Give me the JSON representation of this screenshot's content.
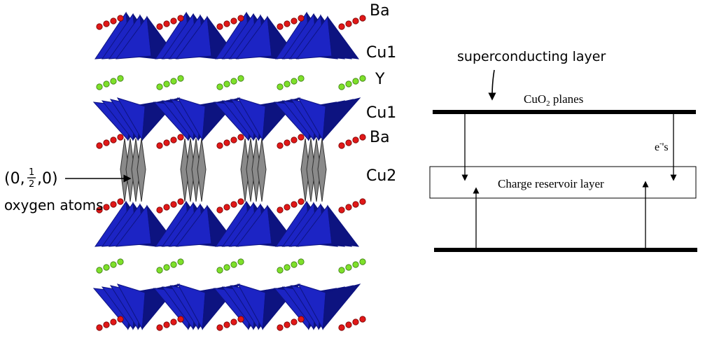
{
  "crystal": {
    "layer_labels": [
      "Ba",
      "Cu1",
      "Y",
      "Cu1",
      "Ba",
      "Cu2"
    ],
    "oxygen_label": {
      "coords": "(0,",
      "frac_num": "1",
      "frac_den": "2",
      "coords_end": ",0)",
      "caption": "oxygen atoms"
    },
    "colors": {
      "pyramid": "#1c24c4",
      "pyramid_dark": "#0d1380",
      "ba_atom": "#e01818",
      "y_atom": "#7ee02a",
      "oxygen_chain": "#8a8a8a"
    }
  },
  "schematic": {
    "sc_label": "superconducting layer",
    "cuo2_label": {
      "base": "CuO",
      "sub": "2",
      "rest": " planes"
    },
    "reservoir_label": "Charge reservoir layer",
    "electron_label": {
      "base": "e",
      "sup": "-",
      "rest": "'s"
    }
  }
}
